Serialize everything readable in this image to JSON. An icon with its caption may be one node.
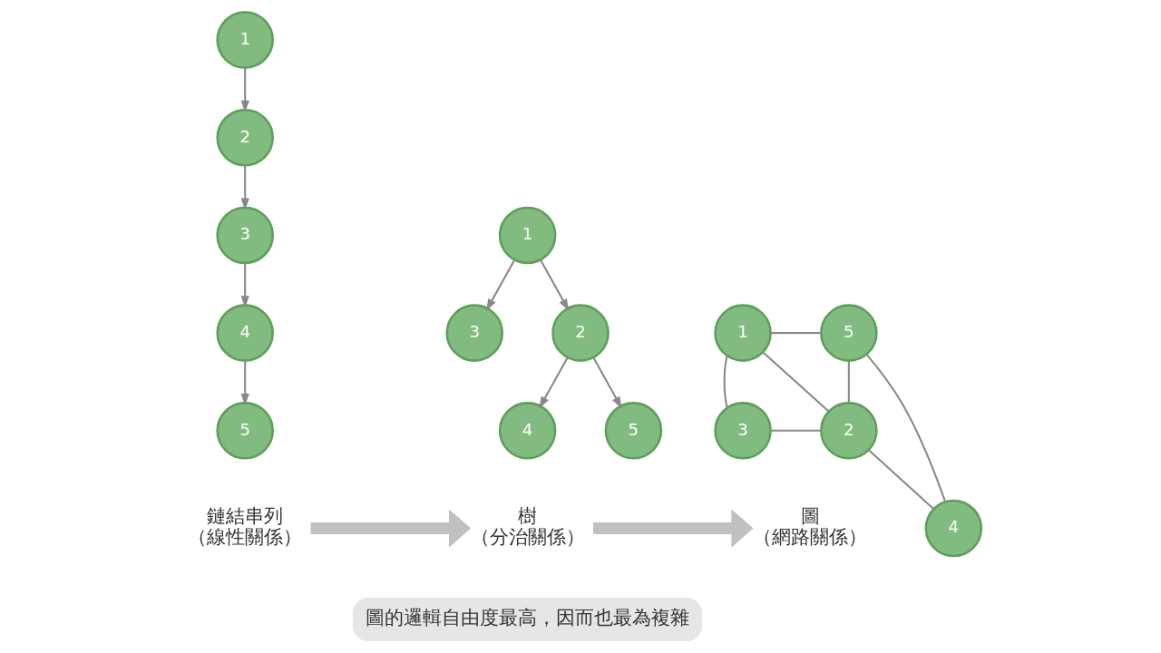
{
  "diagram": {
    "nodes": [
      {
        "text": [
          "1"
        ]
      },
      {
        "text": [
          "2"
        ]
      },
      {
        "text": [
          "3"
        ]
      },
      {
        "text": [
          "4"
        ]
      },
      {
        "text": [
          "5"
        ]
      },
      {
        "text": [
          "1"
        ]
      },
      {
        "text": [
          "2"
        ]
      },
      {
        "text": [
          "3"
        ]
      },
      {
        "text": [
          "4"
        ]
      },
      {
        "text": [
          "5"
        ]
      },
      {
        "text": [
          "1"
        ]
      },
      {
        "text": [
          "5"
        ]
      },
      {
        "text": [
          "4"
        ]
      },
      {
        "text": [
          "3"
        ]
      },
      {
        "text": [
          "2"
        ]
      },
      {
        "text": [
          "鏈結串列",
          "（線性關係）"
        ]
      },
      {
        "text": [
          "樹",
          "（分治關係）"
        ]
      },
      {
        "text": [
          "圖",
          "（網路關係）"
        ]
      },
      {
        "text": [
          "圖的邏輯自由度最高，因而也最為複雜"
        ]
      }
    ],
    "edges": [
      {
        "from": 0,
        "to": 1,
        "arrow": "to"
      },
      {
        "from": 1,
        "to": 2,
        "arrow": "to"
      },
      {
        "from": 2,
        "to": 3,
        "arrow": "to"
      },
      {
        "from": 3,
        "to": 4,
        "arrow": "to"
      },
      {
        "from": 5,
        "to": 6,
        "arrow": "to"
      },
      {
        "from": 5,
        "to": 7,
        "arrow": "to"
      },
      {
        "from": 6,
        "to": 8,
        "arrow": "to"
      },
      {
        "from": 6,
        "to": 9,
        "arrow": "to"
      },
      {
        "from": 10,
        "to": 11,
        "arrow": "none"
      },
      {
        "from": 10,
        "to": 13,
        "arrow": "none"
      },
      {
        "from": 10,
        "to": 14,
        "arrow": "none"
      },
      {
        "from": 11,
        "to": 14,
        "arrow": "none"
      },
      {
        "from": 11,
        "to": 12,
        "arrow": "none"
      },
      {
        "from": 13,
        "to": 14,
        "arrow": "none"
      },
      {
        "from": 14,
        "to": 12,
        "arrow": "none"
      },
      {
        "from": 15,
        "to": 16,
        "arrow": "to",
        "style": "thick",
        "color": "#c0c0c0"
      },
      {
        "from": 16,
        "to": 17,
        "arrow": "to",
        "style": "thick",
        "color": "#c0c0c0"
      }
    ]
  }
}
